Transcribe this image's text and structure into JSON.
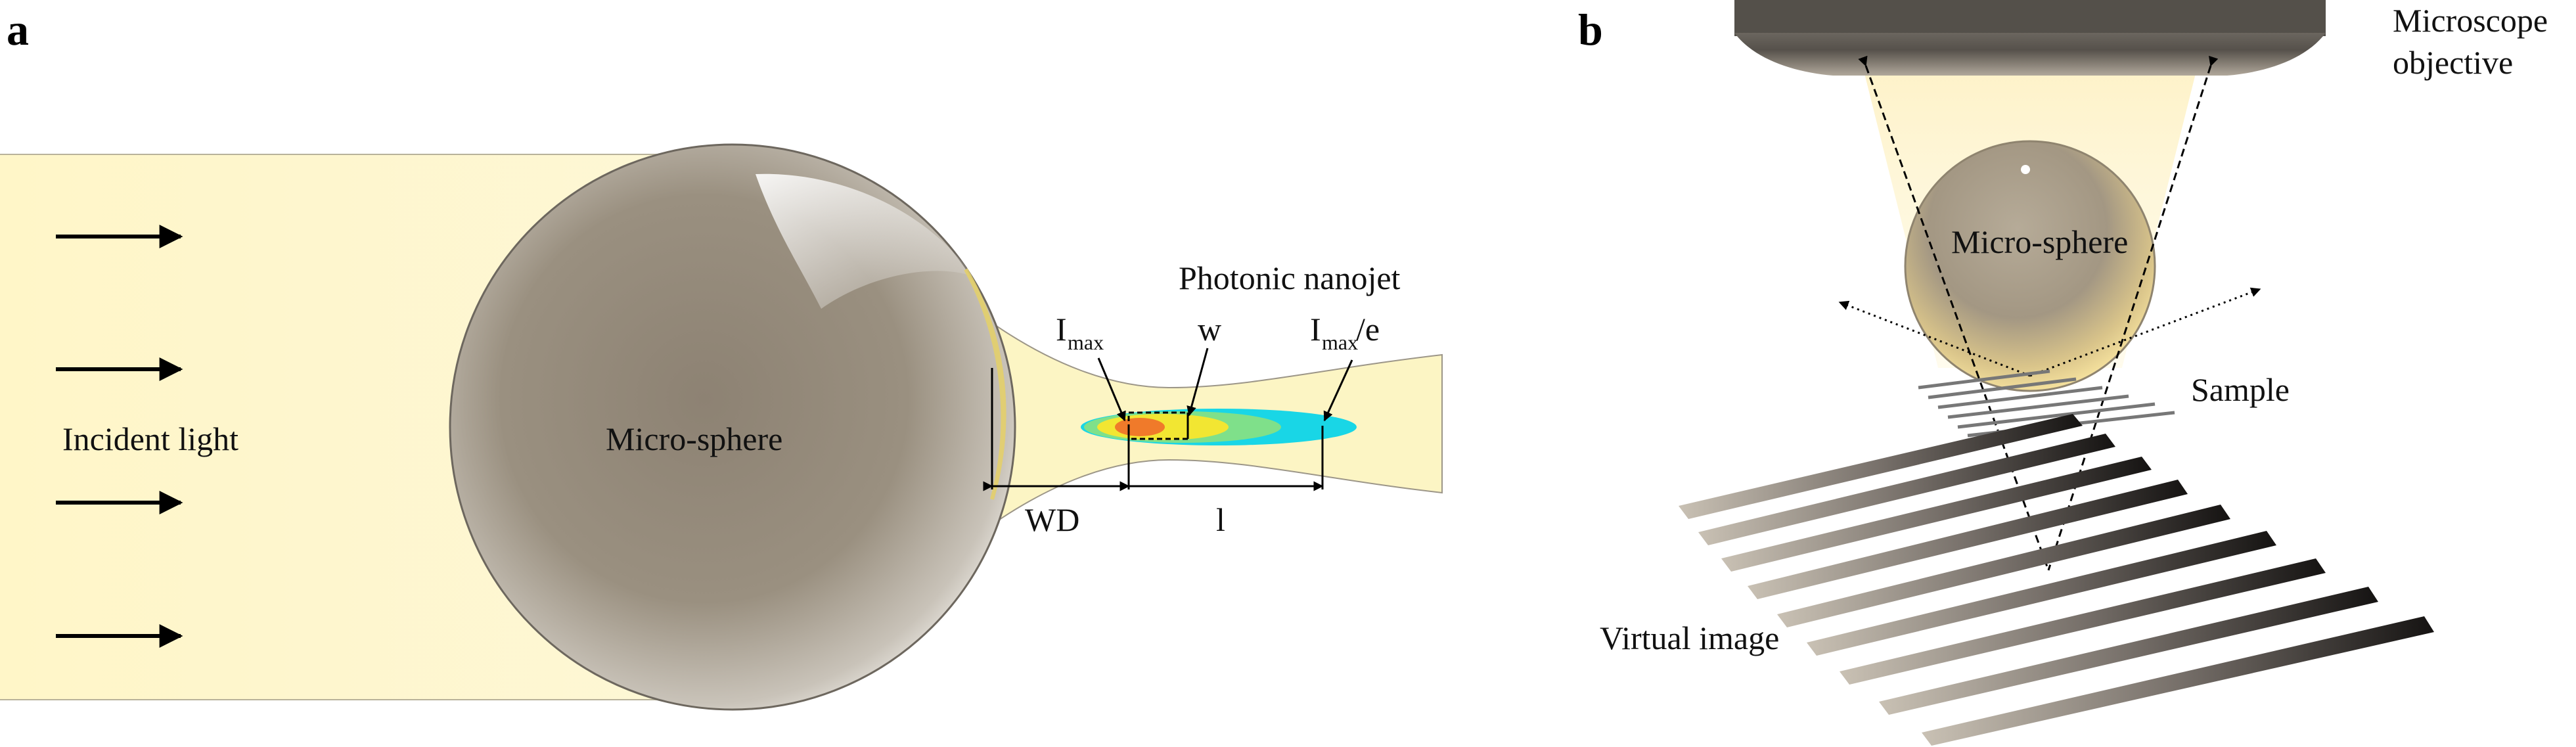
{
  "panel_a": {
    "label": "a",
    "incident_light": "Incident light",
    "sphere_label": "Micro-sphere",
    "nanojet_title": "Photonic nanojet",
    "imax_main": "I",
    "imax_sub": "max",
    "w_label": "w",
    "imaxe_main": "I",
    "imaxe_sub": "max",
    "imaxe_tail": "/e",
    "wd_label": "WD",
    "l_label": "l"
  },
  "panel_b": {
    "label": "b",
    "objective_line1": "Microscope",
    "objective_line2": "objective",
    "sphere_label": "Micro-sphere",
    "sample_label": "Sample",
    "virtual_image_label": "Virtual image"
  },
  "colors": {
    "light_beam": "#fdf5c9",
    "sphere": "#8f8474",
    "nanojet_outer": "#19d6e6",
    "nanojet_mid": "#f2e632",
    "nanojet_core": "#f07a2a"
  }
}
